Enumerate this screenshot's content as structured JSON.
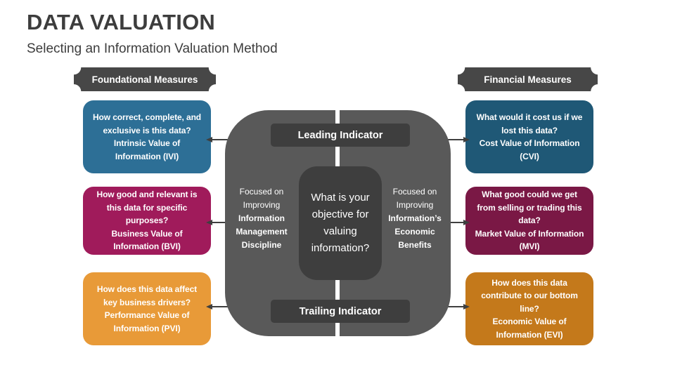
{
  "slide": {
    "title": "DATA VALUATION",
    "subtitle": "Selecting an Information Valuation Method"
  },
  "plaques": {
    "left": "Foundational Measures",
    "right": "Financial Measures"
  },
  "center": {
    "leading_label": "Leading Indicator",
    "trailing_label": "Trailing Indicator",
    "objective_question": "What is your objective for valuing information?",
    "left_focus": {
      "normal": "Focused on Improving",
      "bold": "Information Management Discipline"
    },
    "right_focus": {
      "normal": "Focused on Improving",
      "bold": "Information’s Economic Benefits"
    }
  },
  "left_column": {
    "header": "Foundational Measures",
    "cards": [
      {
        "question": "How correct, complete, and exclusive is this data?",
        "value_name": "Intrinsic Value of Information (IVI)",
        "color": "#2d6f96"
      },
      {
        "question": "How good and relevant is this data for specific purposes?",
        "value_name": "Business Value of Information (BVI)",
        "color": "#a01b5b"
      },
      {
        "question": "How does this data affect key business drivers?",
        "value_name": "Performance Value of Information (PVI)",
        "color": "#e89a38"
      }
    ]
  },
  "right_column": {
    "header": "Financial Measures",
    "cards": [
      {
        "question": "What would it cost us if we lost this data?",
        "value_name": "Cost Value of Information (CVI)",
        "color": "#1f5876"
      },
      {
        "question": "What good could we get from selling or trading this data?",
        "value_name": "Market Value of Information (MVI)",
        "color": "#7a1845"
      },
      {
        "question": "How does this data contribute to our bottom line?",
        "value_name": "Economic Value of Information (EVI)",
        "color": "#c4791b"
      }
    ]
  },
  "colors": {
    "title_text": "#3d3d3d",
    "plaque_bg": "#474747",
    "panel_bg": "#595959",
    "indicator_bg": "#3e3e3e",
    "arrow": "#3f3f3f",
    "card_text": "#ffffff",
    "background": "#ffffff"
  }
}
